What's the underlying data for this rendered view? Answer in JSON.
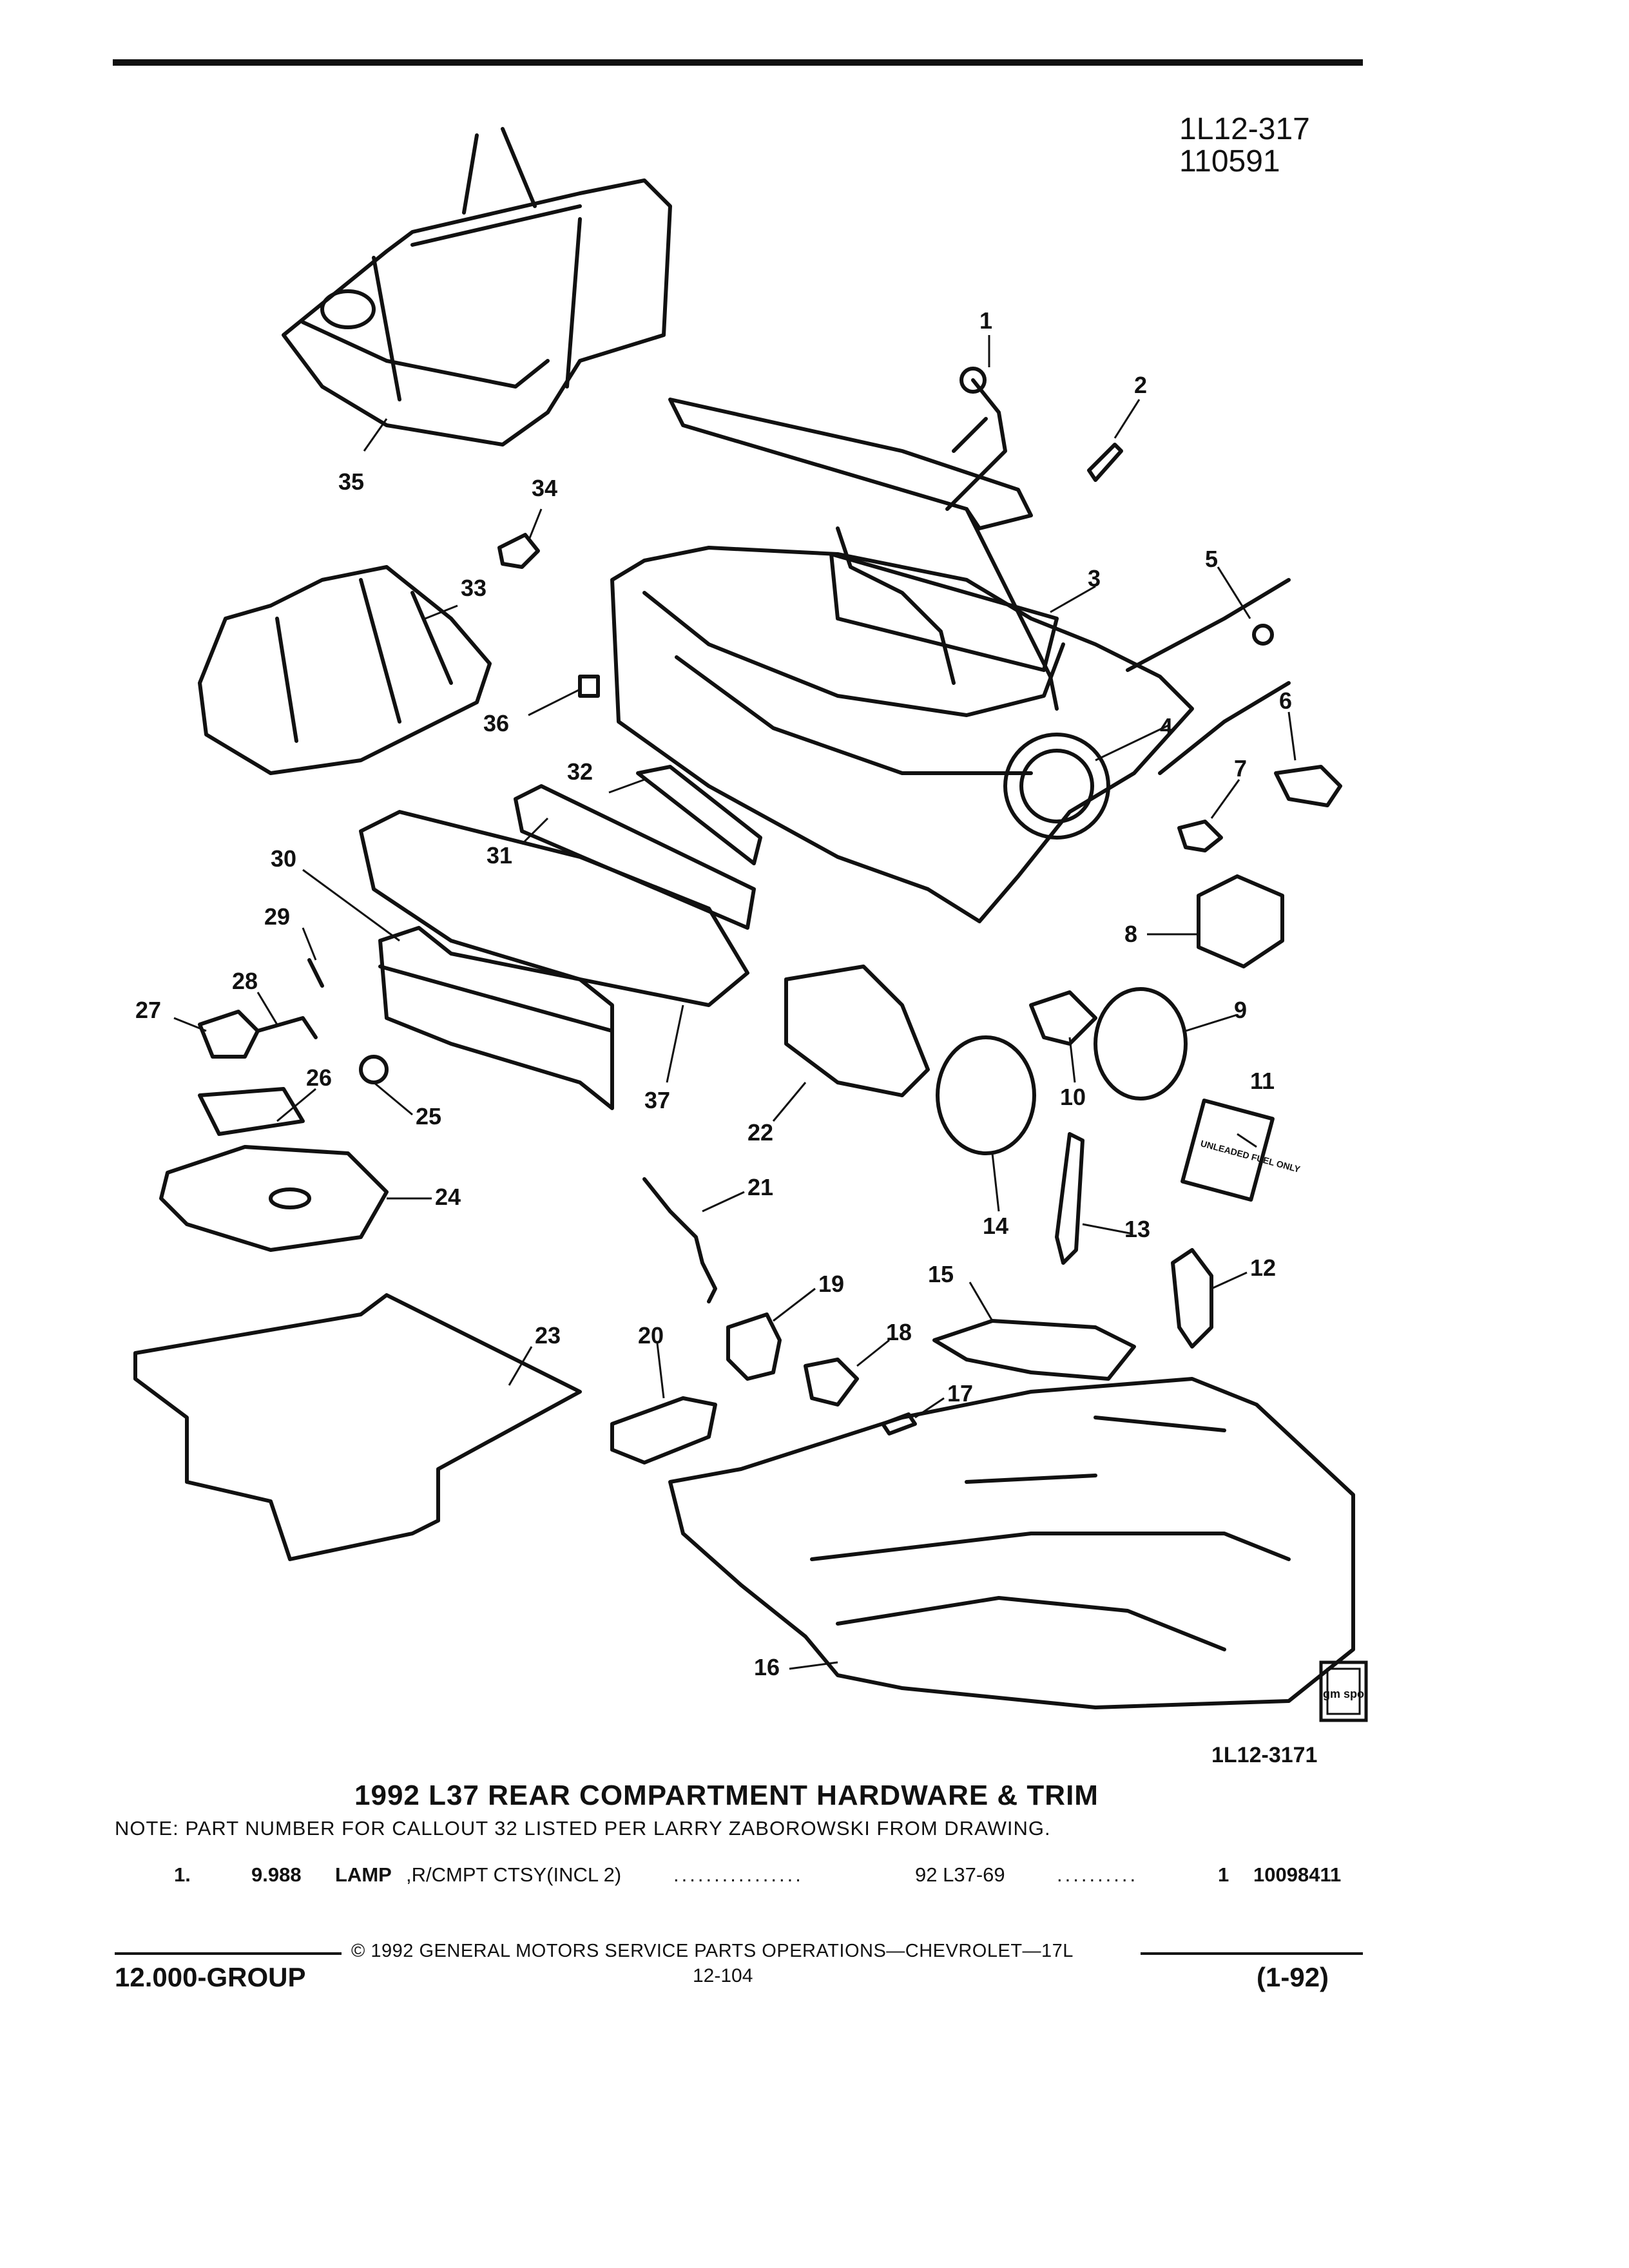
{
  "header": {
    "ref_line1": "1L12-317",
    "ref_line2": "110591"
  },
  "diagram": {
    "figure_code": "1L12-3171",
    "logo_text": "gm spo",
    "callouts": [
      "1",
      "2",
      "3",
      "4",
      "5",
      "6",
      "7",
      "8",
      "9",
      "10",
      "11",
      "12",
      "13",
      "14",
      "15",
      "16",
      "17",
      "18",
      "19",
      "20",
      "21",
      "22",
      "23",
      "24",
      "25",
      "26",
      "27",
      "28",
      "29",
      "30",
      "31",
      "32",
      "33",
      "34",
      "35",
      "36",
      "37"
    ],
    "label_text": "UNLEADED FUEL ONLY"
  },
  "title": "1992 L37 REAR COMPARTMENT HARDWARE & TRIM",
  "note": "NOTE:  PART NUMBER FOR CALLOUT 32 LISTED PER LARRY ZABOROWSKI FROM DRAWING.",
  "parts": [
    {
      "index": "1.",
      "code": "9.988",
      "name": "LAMP",
      "desc": ",R/CMPT CTSY(INCL 2)",
      "leader1": "................",
      "model": "92  L37-69",
      "leader2": "..........",
      "qty": "1",
      "part_no": "10098411"
    }
  ],
  "footer": {
    "copyright": "©  1992  GENERAL MOTORS SERVICE PARTS OPERATIONS—CHEVROLET—17L",
    "group": "12.000-GROUP",
    "page": "12-104",
    "date": "(1-92)"
  }
}
